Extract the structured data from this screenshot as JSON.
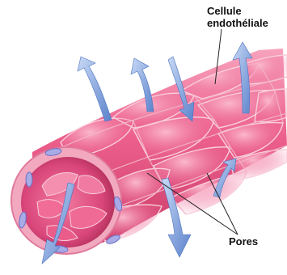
{
  "labels": {
    "cell_line1": "Cellule",
    "cell_line2": "endothéliale",
    "pores": "Pores"
  },
  "colors": {
    "vessel_base": "#ec5f8c",
    "vessel_light": "#f9a6bf",
    "vessel_dark": "#c93a66",
    "cell_border": "#f7c9d7",
    "lumen": "#b8325b",
    "nucleus": "#a7a9e3",
    "arrow": "#6f93d6",
    "arrow_light": "#b9cdf0",
    "leader": "#222222"
  },
  "icons": {
    "arrows": "blue-flow-arrow-icon"
  }
}
